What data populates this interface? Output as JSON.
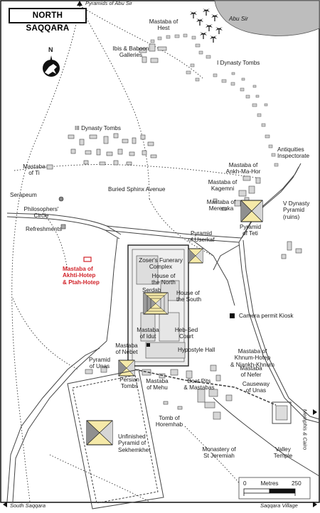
{
  "title": "NORTH SAQQARA",
  "compass": {
    "label": "N"
  },
  "scale": {
    "start": "0",
    "unit": "Metres",
    "end": "250"
  },
  "edges": {
    "top": "Pyramids of Abu Sir",
    "right": "Memphis & Cairo",
    "bottom_left": "South Saqqara",
    "bottom_right": "Saqqara Village"
  },
  "labels": {
    "abu_sir": "Abu Sir",
    "mastaba_hest": "Mastaba of\nHest",
    "ibis": "Ibis & Baboon\nGalleries",
    "i_dynasty": "I Dynasty Tombs",
    "iii_dynasty": "III Dynasty Tombs",
    "mastaba_ti": "Mastaba\nof Ti",
    "antiquities": "Antiquities\nInspectorate",
    "ankh": "Mastaba of\nAnkh-Ma-Hor",
    "kagemni": "Mastaba of\nKagemni",
    "mereruka": "Mastaba of\nMereruka",
    "teti": "Pyramid\nof Teti",
    "v_dynasty": "V Dynasty\nPyramid\n(ruins)",
    "serapeum": "Serapeum",
    "sphinx": "Buried Sphinx Avenue",
    "philosophers": "Philosophers'\nCircle",
    "refreshments": "Refreshments",
    "userkaf": "Pyramid\nof Userkaf",
    "zoser": "Zoser's Funerary\nComplex",
    "house_north": "House of\nthe North",
    "akhti": "Mastaba of\nAkhti-Hotep\n& Ptah-Hotep",
    "serdab": "Serdab",
    "house_south": "House of\nthe South",
    "camera": "Camera permit Kiosk",
    "heb_sed": "Heb-Sed\nCourt",
    "idut": "Mastaba\nof Idut",
    "nebet": "Mastaba\nof Nebet",
    "hypostyle": "Hypostyle Hall",
    "khnum": "Mastaba of\nKhnum-Hotep\n& Niankh-Khnum",
    "unas": "Pyramid\nof Unas",
    "nefer": "Mastaba\nof Nefer",
    "persian": "Persian\nTombs",
    "mehu": "Mastaba\nof Mehu",
    "boat_pits": "Boat Pits\n& Mastabas",
    "causeway": "Causeway\nof Unas",
    "horemhab": "Tomb of\nHoremhab",
    "unfinished": "Unfinished\nPyramid of\nSekhemkhet",
    "monastery": "Monastery of\nSt Jeremiah",
    "valley": "Valley\nTemple"
  },
  "colors": {
    "ink": "#1a1a1a",
    "highlight": "#d2232a",
    "water": "#b8b8b8",
    "building": "#cfcfcf"
  }
}
